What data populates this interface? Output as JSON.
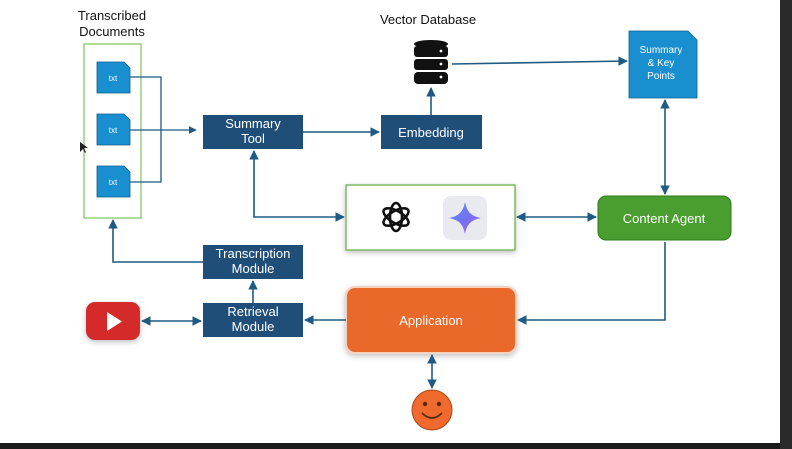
{
  "diagram": {
    "transcribed_documents_title": "Transcribed\nDocuments",
    "vector_database_title": "Vector Database",
    "file_label": "txt",
    "summary_tool": "Summary\nTool",
    "embedding": "Embedding",
    "summary_key_points": "Summary\n& Key\nPoints",
    "content_agent": "Content Agent",
    "transcription_module": "Transcription\nModule",
    "retrieval_module": "Retrieval\nModule",
    "application": "Application"
  },
  "colors": {
    "navy_box": "#1f4e79",
    "blue_doc": "#1a8fd0",
    "green_agent": "#4a9e2f",
    "orange_app": "#e8692c",
    "arrow": "#1f5a82",
    "green_border": "#6ab04c",
    "youtube_red": "#d42a2a",
    "smiley": "#ef6a2c"
  },
  "icons": [
    "database-icon",
    "openai-icon",
    "gemini-icon",
    "youtube-icon",
    "smiley-icon",
    "cursor-icon"
  ]
}
